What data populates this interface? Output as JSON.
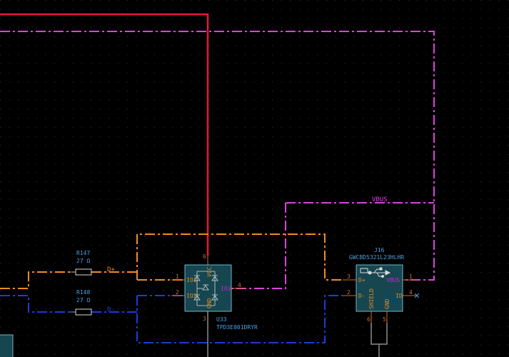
{
  "colors": {
    "background": "#000000",
    "grid": "#3a3a3a",
    "power_wire": "#e8143c",
    "vbus_bus": "#e040e0",
    "dplus_bus": "#f08a24",
    "dminus_bus": "#1a3ce0",
    "wire_gnd": "#8c8c8c",
    "component_fill": "#164650",
    "component_outline": "#6fb6c8",
    "ref_text": "#4aa0e0",
    "pin_name": "#e08a28",
    "pin_num": "#d07020",
    "vcc_label": "#d020d0"
  },
  "components": {
    "r147": {
      "ref": "R147",
      "value": "27 Ω"
    },
    "r148": {
      "ref": "R148",
      "value": "27 Ω"
    },
    "u33": {
      "ref": "U33",
      "value": "TPD3E001DRYR",
      "pins": {
        "io1": "IO1",
        "io2": "IO2",
        "io3": "IO3",
        "vcc": "VCC",
        "gnd": "GND"
      },
      "pin_numbers": {
        "io1": "1",
        "io2": "2",
        "io3": "4",
        "vcc": "6",
        "gnd": "3"
      }
    },
    "j16": {
      "ref": "J16",
      "value": "GWCBD5321L23HLHR",
      "pins": {
        "dplus": "D+",
        "dminus": "D-",
        "vbus": "VBUS",
        "id": "ID",
        "shield": "SHIELD",
        "gnd": "GND"
      },
      "pin_numbers": {
        "dplus": "3",
        "dminus": "2",
        "vbus": "1",
        "id": "4",
        "shield": "6",
        "gnd": "5"
      }
    }
  },
  "nets": {
    "vbus": "VBUS",
    "dplus": "D+",
    "dminus": "D-"
  },
  "icons": {
    "usb_symbol": "usb-icon",
    "no_connect": "no-connect-icon",
    "tvs_diode_array": "diode-array-icon"
  }
}
